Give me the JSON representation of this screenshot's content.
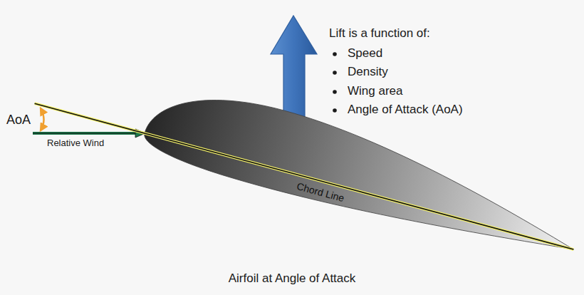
{
  "diagram": {
    "caption": "Airfoil at Angle of Attack",
    "nodes": [
      {
        "text": [
          "Chord Line"
        ]
      }
    ],
    "labels": [
      "AoA",
      "Relative Wind",
      "Lift is a function of:",
      "Speed",
      "Density",
      "Wing area",
      "Angle of Attack (AoA)"
    ]
  }
}
